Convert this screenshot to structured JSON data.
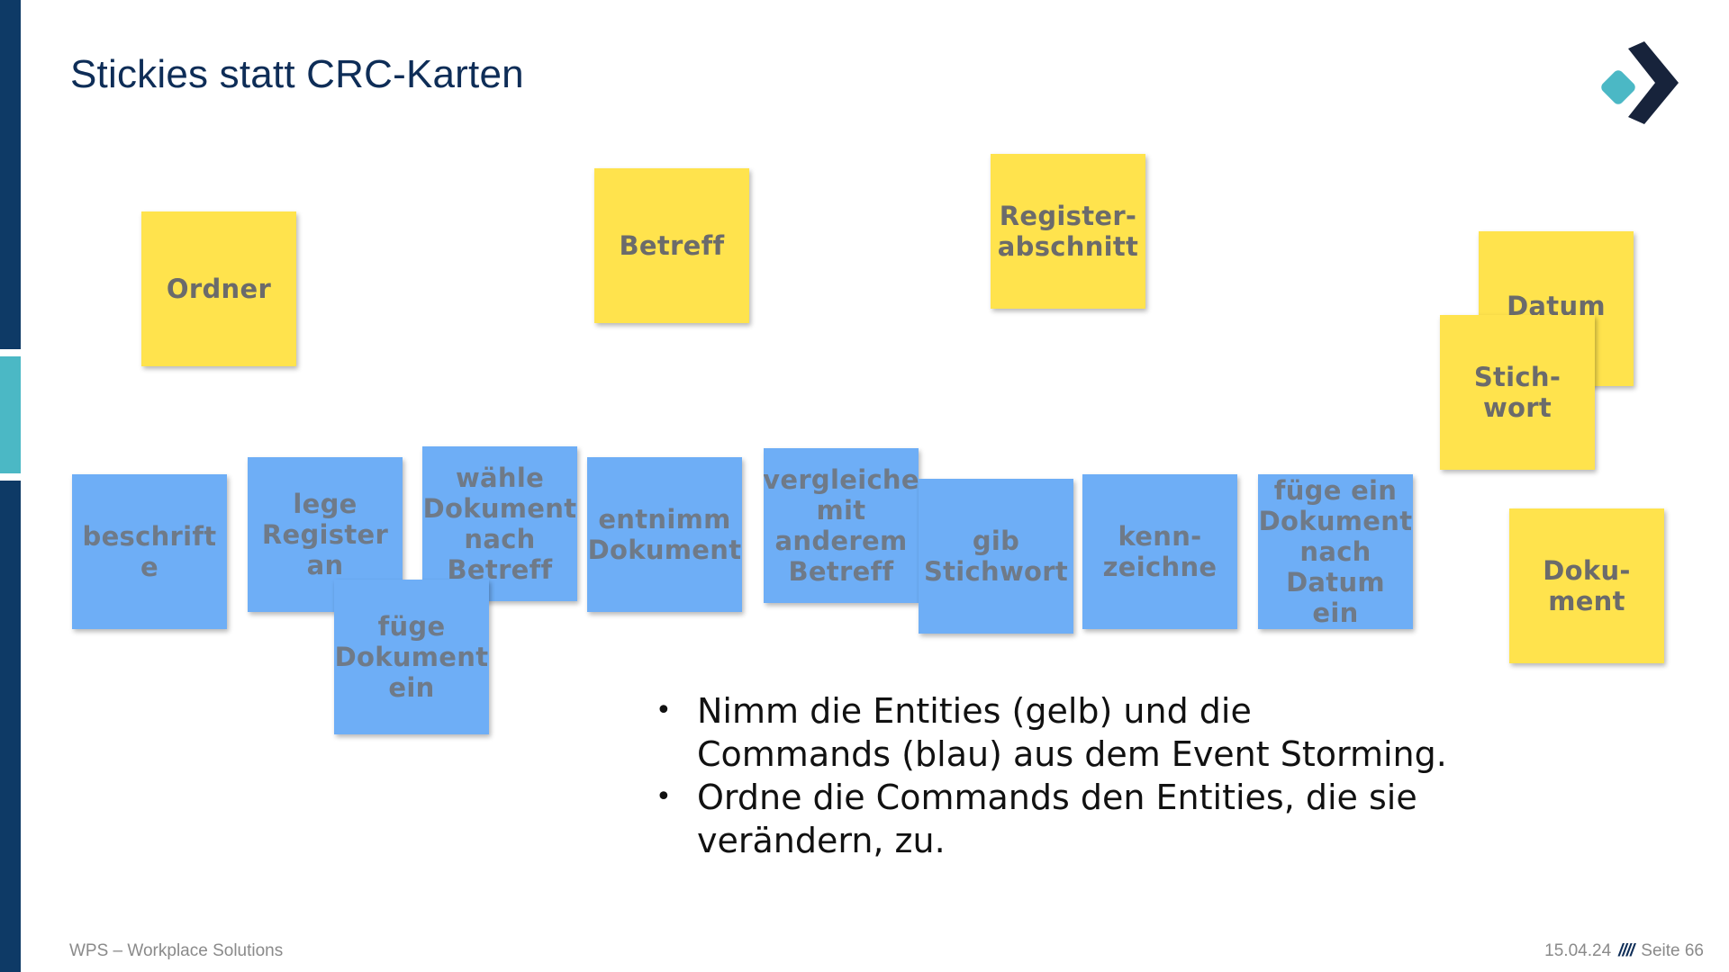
{
  "slide": {
    "title": "Stickies statt CRC-Karten",
    "colors": {
      "navy": "#0e2d57",
      "teal": "#4bb8c5",
      "sticky_yellow": "#ffe34d",
      "sticky_blue": "#6eaef6"
    },
    "logo_icon": "wps-chevron-diamond-logo-icon"
  },
  "entities": {
    "ordner": "Ordner",
    "betreff": "Betreff",
    "registerabschnitt": "Register-\nabschnitt",
    "datum": "Datum",
    "stichwort": "Stich-\nwort",
    "dokument": "Doku-\nment"
  },
  "commands": {
    "beschrifte": "beschrift\ne",
    "lege_register_an": "lege\nRegister\nan",
    "waehle_dokument": "wähle\nDokument\nnach\nBetreff",
    "fuege_dokument_ein": "füge\nDokument\nein",
    "entnimm_dokument": "entnimm\nDokument",
    "vergleiche": "vergleiche\nmit\nanderem\nBetreff",
    "gib_stichwort": "gib\nStichwort",
    "kennzeichne": "kenn-\nzeichne",
    "fuege_nach_datum": "füge ein\nDokument\nnach\nDatum ein"
  },
  "bullets": [
    "Nimm die Entities (gelb) und die Commands (blau) aus dem Event Storming.",
    "Ordne die Commands den Entities, die sie verändern, zu."
  ],
  "footer": {
    "company": "WPS – Workplace Solutions",
    "date": "15.04.24",
    "separator": "////",
    "page": "Seite 66"
  }
}
